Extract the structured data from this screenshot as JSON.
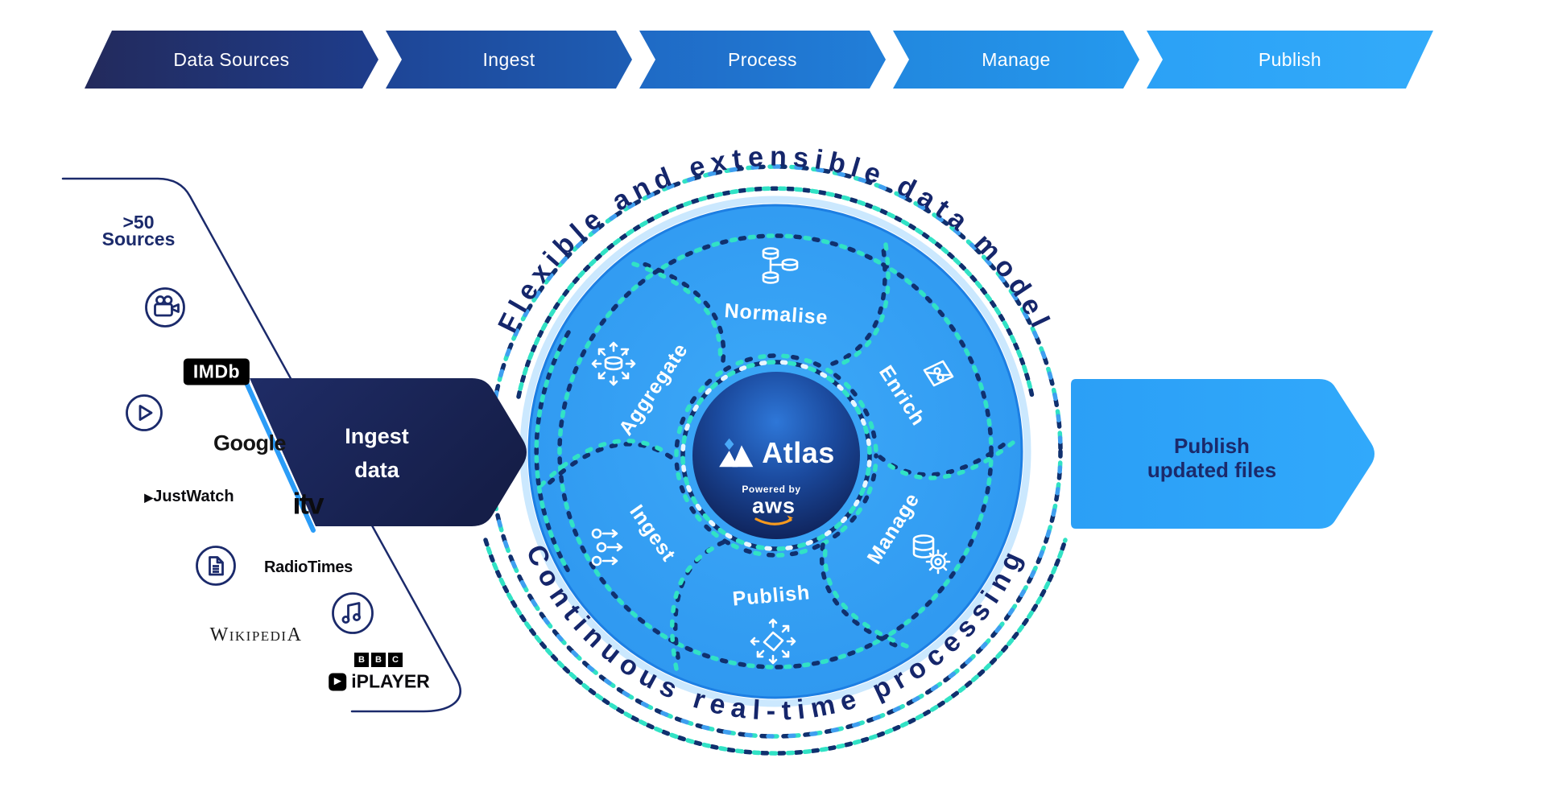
{
  "banners": {
    "items": [
      {
        "label": "Data Sources"
      },
      {
        "label": "Ingest"
      },
      {
        "label": "Process"
      },
      {
        "label": "Manage"
      },
      {
        "label": "Publish"
      }
    ]
  },
  "sources": {
    "heading_line1": ">50",
    "heading_line2": "Sources",
    "imdb": "IMDb",
    "google": "Google",
    "justwatch": "JustWatch",
    "justwatch_icon": "▶",
    "itv": "itv",
    "radiotimes": "RadioTimes",
    "wikipedia": "WikipediA",
    "bbc_letters": [
      "B",
      "B",
      "C"
    ],
    "iplayer": "iPLAYER",
    "iplayer_icon": "▶"
  },
  "ingest_arrow": {
    "line1": "Ingest",
    "line2": "data"
  },
  "publish_arrow": {
    "line1": "Publish",
    "line2": "updated files"
  },
  "wheel": {
    "top_text": "Flexible and extensible data model",
    "bottom_text": "Continuous real-time processing",
    "segments": [
      {
        "label": "Normalise",
        "icon": "linked-databases-icon"
      },
      {
        "label": "Enrich",
        "icon": "puzzle-pieces-icon"
      },
      {
        "label": "Manage",
        "icon": "database-gear-icon"
      },
      {
        "label": "Publish",
        "icon": "broadcast-diamond-icon"
      },
      {
        "label": "Ingest",
        "icon": "inbound-arrows-icon"
      },
      {
        "label": "Aggregate",
        "icon": "database-radiating-icon"
      }
    ],
    "center": {
      "brand": "Atlas",
      "powered_by": "Powered by",
      "provider": "aws"
    }
  },
  "colors": {
    "navy": "#1b2a6b",
    "deep_navy": "#131f4d",
    "bright_blue": "#2f9cf4",
    "circle_edge": "#1d7fe3",
    "teal_dash": "#31e2c5",
    "navy_dash": "#10306e",
    "blue_dash": "#3f9ff0",
    "orange": "#f79a1f"
  }
}
